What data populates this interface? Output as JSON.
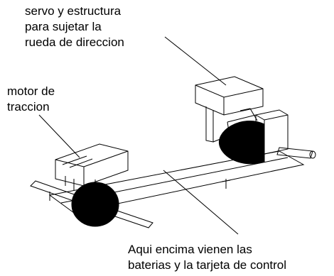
{
  "labels": {
    "servo": {
      "lines": [
        "servo y  estructura",
        "para sujetar la",
        "rueda de direccion"
      ]
    },
    "motor": {
      "lines": [
        "motor de",
        "traccion"
      ]
    },
    "base": {
      "lines": [
        "Aqui encima vienen las",
        "baterias y la tarjeta de control"
      ]
    }
  },
  "colors": {
    "ink": "#000000",
    "background": "#ffffff"
  }
}
